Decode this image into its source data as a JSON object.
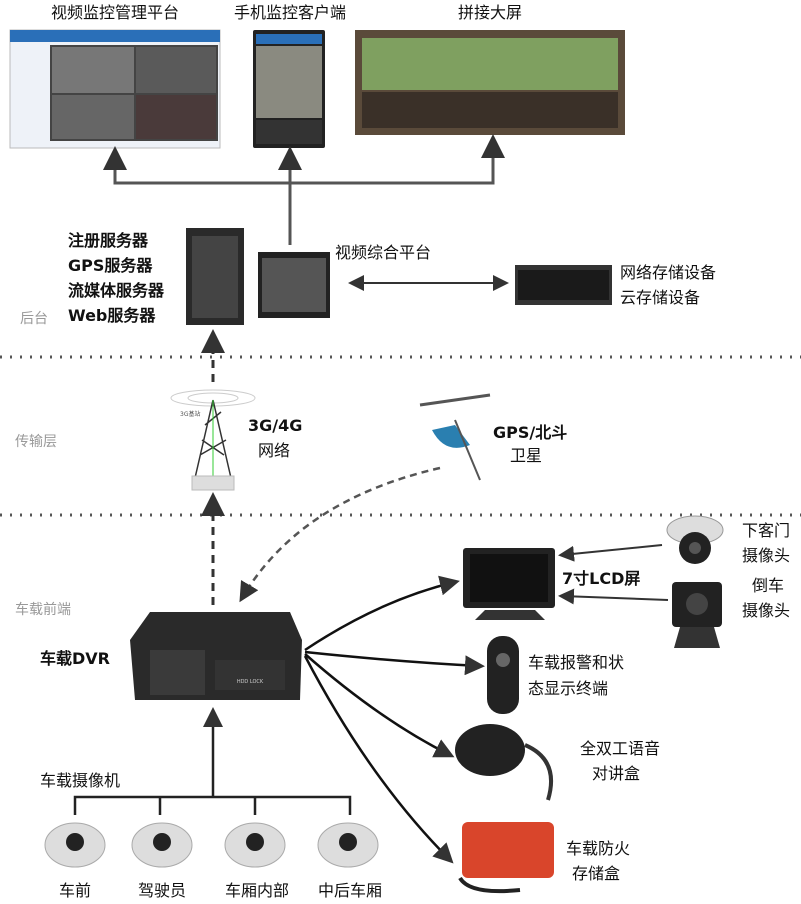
{
  "top": {
    "platform": "视频监控管理平台",
    "mobile": "手机监控客户端",
    "wall": "拼接大屏"
  },
  "backend": {
    "layer": "后台",
    "servers": [
      "注册服务器",
      "GPS服务器",
      "流媒体服务器",
      "Web服务器"
    ],
    "platform": "视频综合平台",
    "storage": [
      "网络存储设备",
      "云存储设备"
    ]
  },
  "transport": {
    "layer": "传输层",
    "network": [
      "3G/4G",
      "网络"
    ],
    "tower_label": "3G基站",
    "satellite": [
      "GPS/北斗",
      "卫星"
    ]
  },
  "front": {
    "layer": "车载前端",
    "dvr": "车载DVR",
    "dvr_panel": "HDD LOCK",
    "lcd": "7寸LCD屏",
    "door_cam": [
      "下客门",
      "摄像头"
    ],
    "rear_cam": [
      "倒车",
      "摄像头"
    ],
    "alarm": [
      "车载报警和状",
      "态显示终端"
    ],
    "intercom": [
      "全双工语音",
      "对讲盒"
    ],
    "firebox": [
      "车载防火",
      "存储盒"
    ],
    "cameras_title": "车载摄像机",
    "cameras": [
      "车前",
      "驾驶员",
      "车厢内部",
      "中后车厢"
    ]
  },
  "colors": {
    "arrow": "#333333",
    "layer_label": "#999999",
    "firebox": "#d9452b"
  }
}
